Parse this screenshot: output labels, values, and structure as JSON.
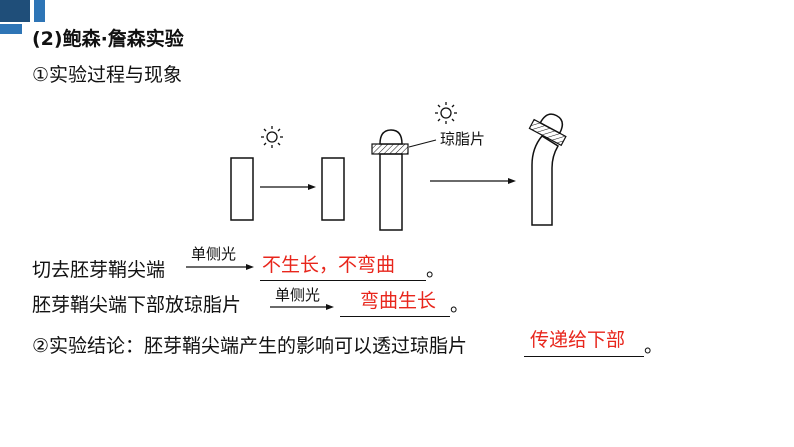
{
  "heading": "(2)鲍森·詹森实验",
  "subheading": "①实验过程与现象",
  "diagram": {
    "label_agar": "琼脂片",
    "sun_icon": "sun-icon",
    "arrow_icon": "arrow-right-icon"
  },
  "line1": {
    "prefix": "切去胚芽鞘尖端",
    "arrow_label": "单侧光",
    "answer": "不生长，不弯曲",
    "suffix": "。"
  },
  "line2": {
    "prefix": "胚芽鞘尖端下部放琼脂片",
    "arrow_label": "单侧光",
    "answer": "弯曲生长",
    "suffix": "。"
  },
  "line3": {
    "prefix": "②实验结论：胚芽鞘尖端产生的影响可以透过琼脂片",
    "answer": "传递给下部",
    "suffix": "。"
  },
  "colors": {
    "answer": "#e8261c",
    "corner_dark": "#1f4e79",
    "corner_light": "#2e75b6"
  }
}
